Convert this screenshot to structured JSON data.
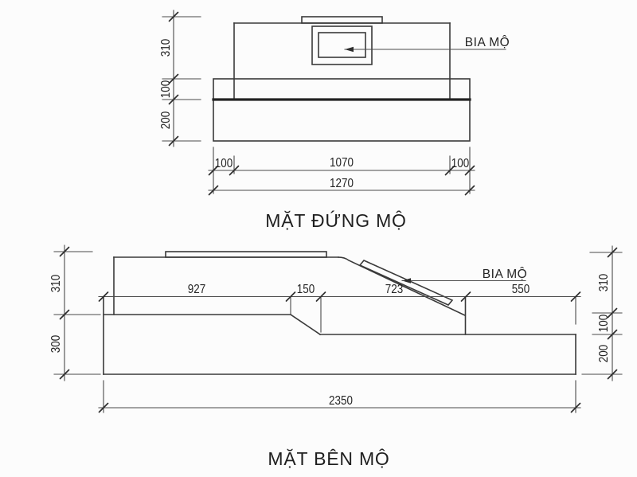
{
  "front_view": {
    "title": "MẶT ĐỨNG MỘ",
    "stele_label": "BIA MỘ",
    "dim_height_top": "310",
    "dim_height_mid": "100",
    "dim_height_base": "200",
    "dim_margin_left": "100",
    "dim_body_width": "1070",
    "dim_margin_right": "100",
    "dim_total_width": "1270"
  },
  "side_view": {
    "title": "MẶT BÊN MỘ",
    "stele_label": "BIA MỘ",
    "dim_left_top": "310",
    "dim_left_base": "300",
    "dim_seg_1": "927",
    "dim_seg_2": "150",
    "dim_seg_3": "723",
    "dim_seg_4": "550",
    "dim_right_top": "310",
    "dim_right_mid": "100",
    "dim_right_base": "200",
    "dim_total_length": "2350"
  }
}
